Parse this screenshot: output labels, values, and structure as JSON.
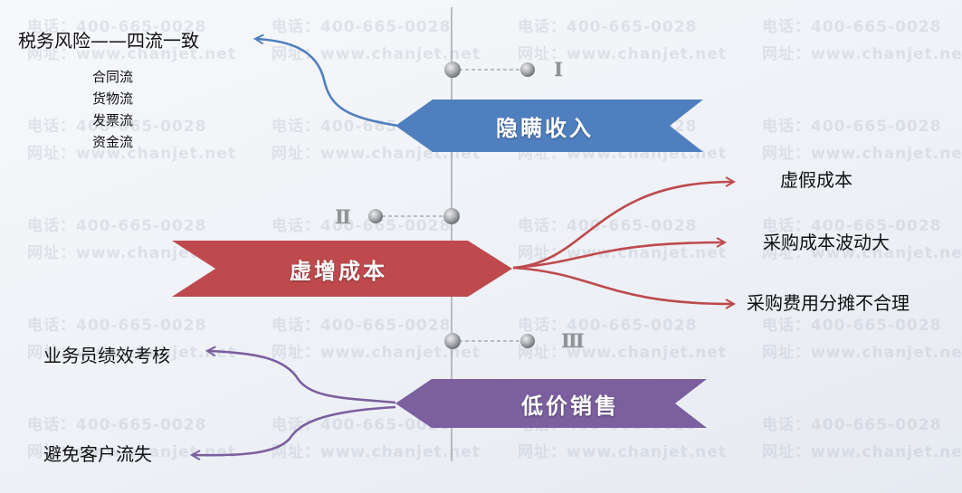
{
  "watermark": {
    "phone": "电话：400-665-0028",
    "site": "网址：www.chanjet.net"
  },
  "top_left": {
    "title": "税务风险——四流一致",
    "items": [
      "合同流",
      "货物流",
      "发票流",
      "资金流"
    ]
  },
  "sections": [
    {
      "banner": "隐瞒收入",
      "numeral": "Ⅰ",
      "color": "#4f7fbf"
    },
    {
      "banner": "虚增成本",
      "numeral": "Ⅱ",
      "color": "#be4a4d",
      "branches": [
        "虚假成本",
        "采购成本波动大",
        "采购费用分摊不合理"
      ]
    },
    {
      "banner": "低价销售",
      "numeral": "Ⅲ",
      "color": "#7b5f9e",
      "branches": [
        "业务员绩效考核",
        "避免客户流失"
      ]
    }
  ],
  "colors": {
    "blue": "#4f7fbf",
    "red": "#be4a4d",
    "purple": "#7b5f9e",
    "axis": "#a6a9ae"
  }
}
